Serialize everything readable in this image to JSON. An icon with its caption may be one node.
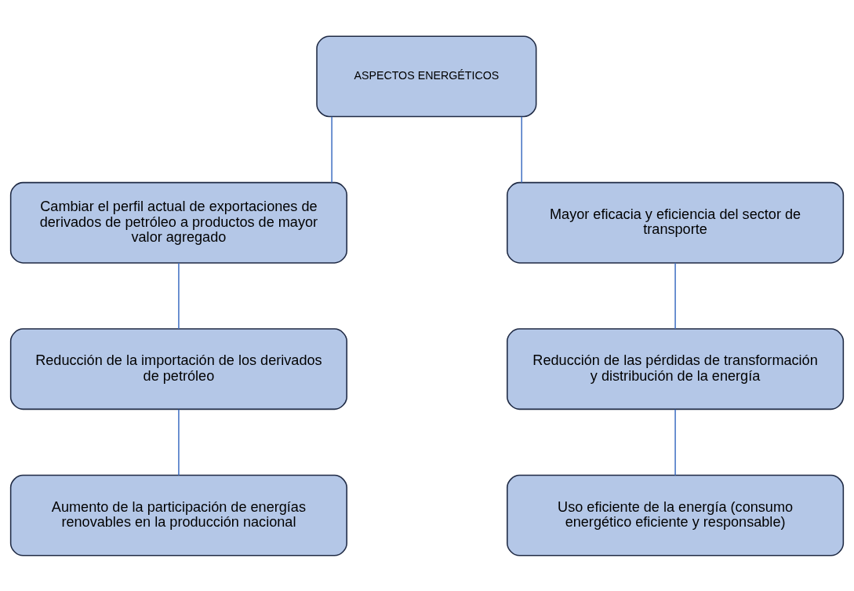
{
  "diagram": {
    "nodes": [
      {
        "text": [
          "ASPECTOS ENERGÉTICOS"
        ]
      },
      {
        "text": [
          "Cambiar el perfil actual de exportaciones de derivados de petróleo a productos de mayor valor agregado"
        ]
      },
      {
        "text": [
          "Mayor eficacia y eficiencia del sector de transporte"
        ]
      },
      {
        "text": [
          "Reducción de la importación de los derivados de petróleo"
        ]
      },
      {
        "text": [
          "Reducción de las pérdidas de transformación y distribución de la energía"
        ]
      },
      {
        "text": [
          "Aumento de la participación de energías renovables en la producción nacional"
        ]
      },
      {
        "text": [
          "Uso eficiente de la energía (consumo energético eficiente y responsable)"
        ]
      }
    ],
    "edges": [
      {
        "from": 0,
        "to": 1,
        "arrow": "none"
      },
      {
        "from": 0,
        "to": 2,
        "arrow": "none"
      },
      {
        "from": 1,
        "to": 3,
        "arrow": "none"
      },
      {
        "from": 3,
        "to": 5,
        "arrow": "none"
      },
      {
        "from": 2,
        "to": 4,
        "arrow": "none"
      },
      {
        "from": 4,
        "to": 6,
        "arrow": "none"
      }
    ]
  }
}
